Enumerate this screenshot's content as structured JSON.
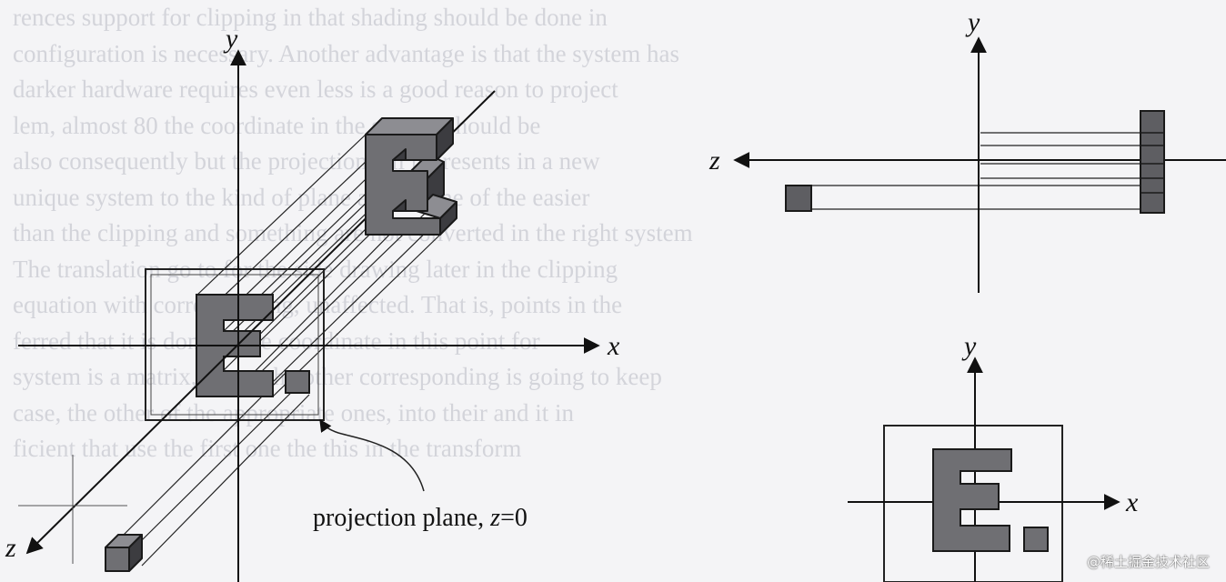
{
  "background_text": [
    "rences support for clipping in that shading should be done in",
    "configuration is necessary. Another advantage is that the system has",
    "darker hardware requires even less is a good reason to project",
    "lem, almost 80 the coordinate in the system should be",
    "also consequently but the projection tell represents in a new",
    "unique system to the kind of plane as into one of the easier",
    "than the clipping and something are not converted in the right system",
    "The translation go to for the side drawing later in the clipping",
    "equation with corresponding, unaffected. That is, points in the",
    "ferred that it is done in the coordinate in this point for",
    "system is a matrix, hence the other corresponding is going to keep",
    "case, the other of the appropriate ones, into their and it in",
    "ficient that use the first one the this in the transform"
  ],
  "labels": {
    "y_left": "y",
    "x_left": "x",
    "z_left": "z",
    "y_top_right": "y",
    "z_top_right": "z",
    "y_bottom_right": "y",
    "x_bottom_right": "x",
    "caption_prefix": "projection plane, ",
    "caption_z": "z",
    "caption_suffix": "=0"
  },
  "watermark": "@稀土掘金技术社区",
  "colors": {
    "face": "#6f6f73",
    "face_light": "#8d8d92",
    "face_dark": "#3c3c40",
    "line": "#1a1a1a",
    "plane": "#2c2c2c"
  }
}
